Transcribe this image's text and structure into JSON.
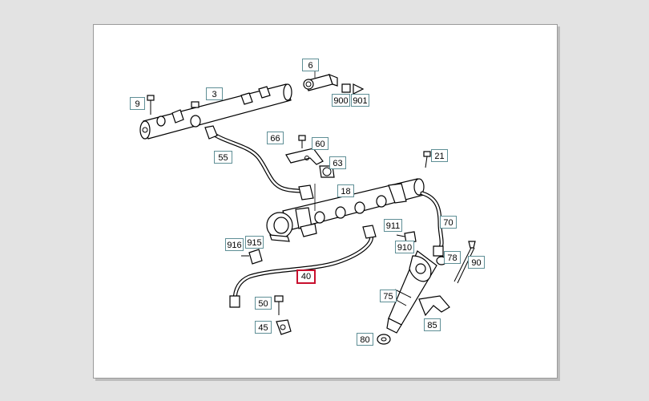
{
  "diagram": {
    "selected_callout": "40",
    "callouts": [
      {
        "id": "c6",
        "label": "6"
      },
      {
        "id": "c3",
        "label": "3"
      },
      {
        "id": "c9",
        "label": "9"
      },
      {
        "id": "c900",
        "label": "900"
      },
      {
        "id": "c901",
        "label": "901"
      },
      {
        "id": "c66",
        "label": "66"
      },
      {
        "id": "c60",
        "label": "60"
      },
      {
        "id": "c55",
        "label": "55"
      },
      {
        "id": "c63",
        "label": "63"
      },
      {
        "id": "c21",
        "label": "21"
      },
      {
        "id": "c18",
        "label": "18"
      },
      {
        "id": "c70",
        "label": "70"
      },
      {
        "id": "c911",
        "label": "911"
      },
      {
        "id": "c916",
        "label": "916"
      },
      {
        "id": "c915",
        "label": "915"
      },
      {
        "id": "c910",
        "label": "910"
      },
      {
        "id": "c78",
        "label": "78"
      },
      {
        "id": "c90",
        "label": "90"
      },
      {
        "id": "c40",
        "label": "40"
      },
      {
        "id": "c75",
        "label": "75"
      },
      {
        "id": "c50",
        "label": "50"
      },
      {
        "id": "c45",
        "label": "45"
      },
      {
        "id": "c85",
        "label": "85"
      },
      {
        "id": "c80",
        "label": "80"
      }
    ]
  }
}
